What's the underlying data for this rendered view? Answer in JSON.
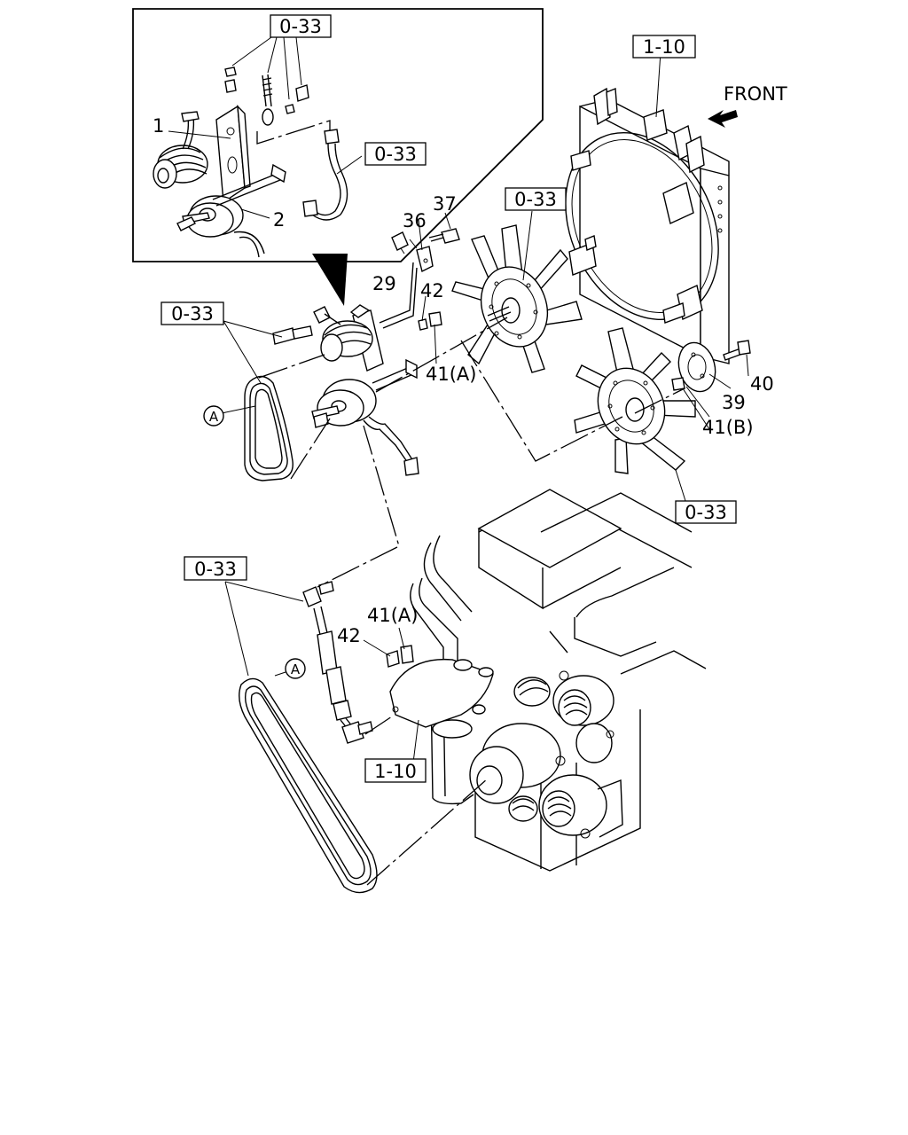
{
  "refs": {
    "inset_top": "0-33",
    "inset_hose": "0-33",
    "radiator": "1-10",
    "fan_upper": "0-33",
    "fan_lower": "0-33",
    "bolt_left": "0-33",
    "belt_lower": "0-33",
    "bracket": "1-10"
  },
  "labels": {
    "front": "FRONT",
    "p1": "1",
    "p2": "2",
    "p29": "29",
    "p36": "36",
    "p37": "37",
    "p42_upper": "42",
    "p41a_upper": "41(A)",
    "p39": "39",
    "p40": "40",
    "p41b": "41(B)",
    "p41a_lower": "41(A)",
    "p42_lower": "42",
    "belt_a_upper": "A",
    "belt_a_lower": "A"
  }
}
